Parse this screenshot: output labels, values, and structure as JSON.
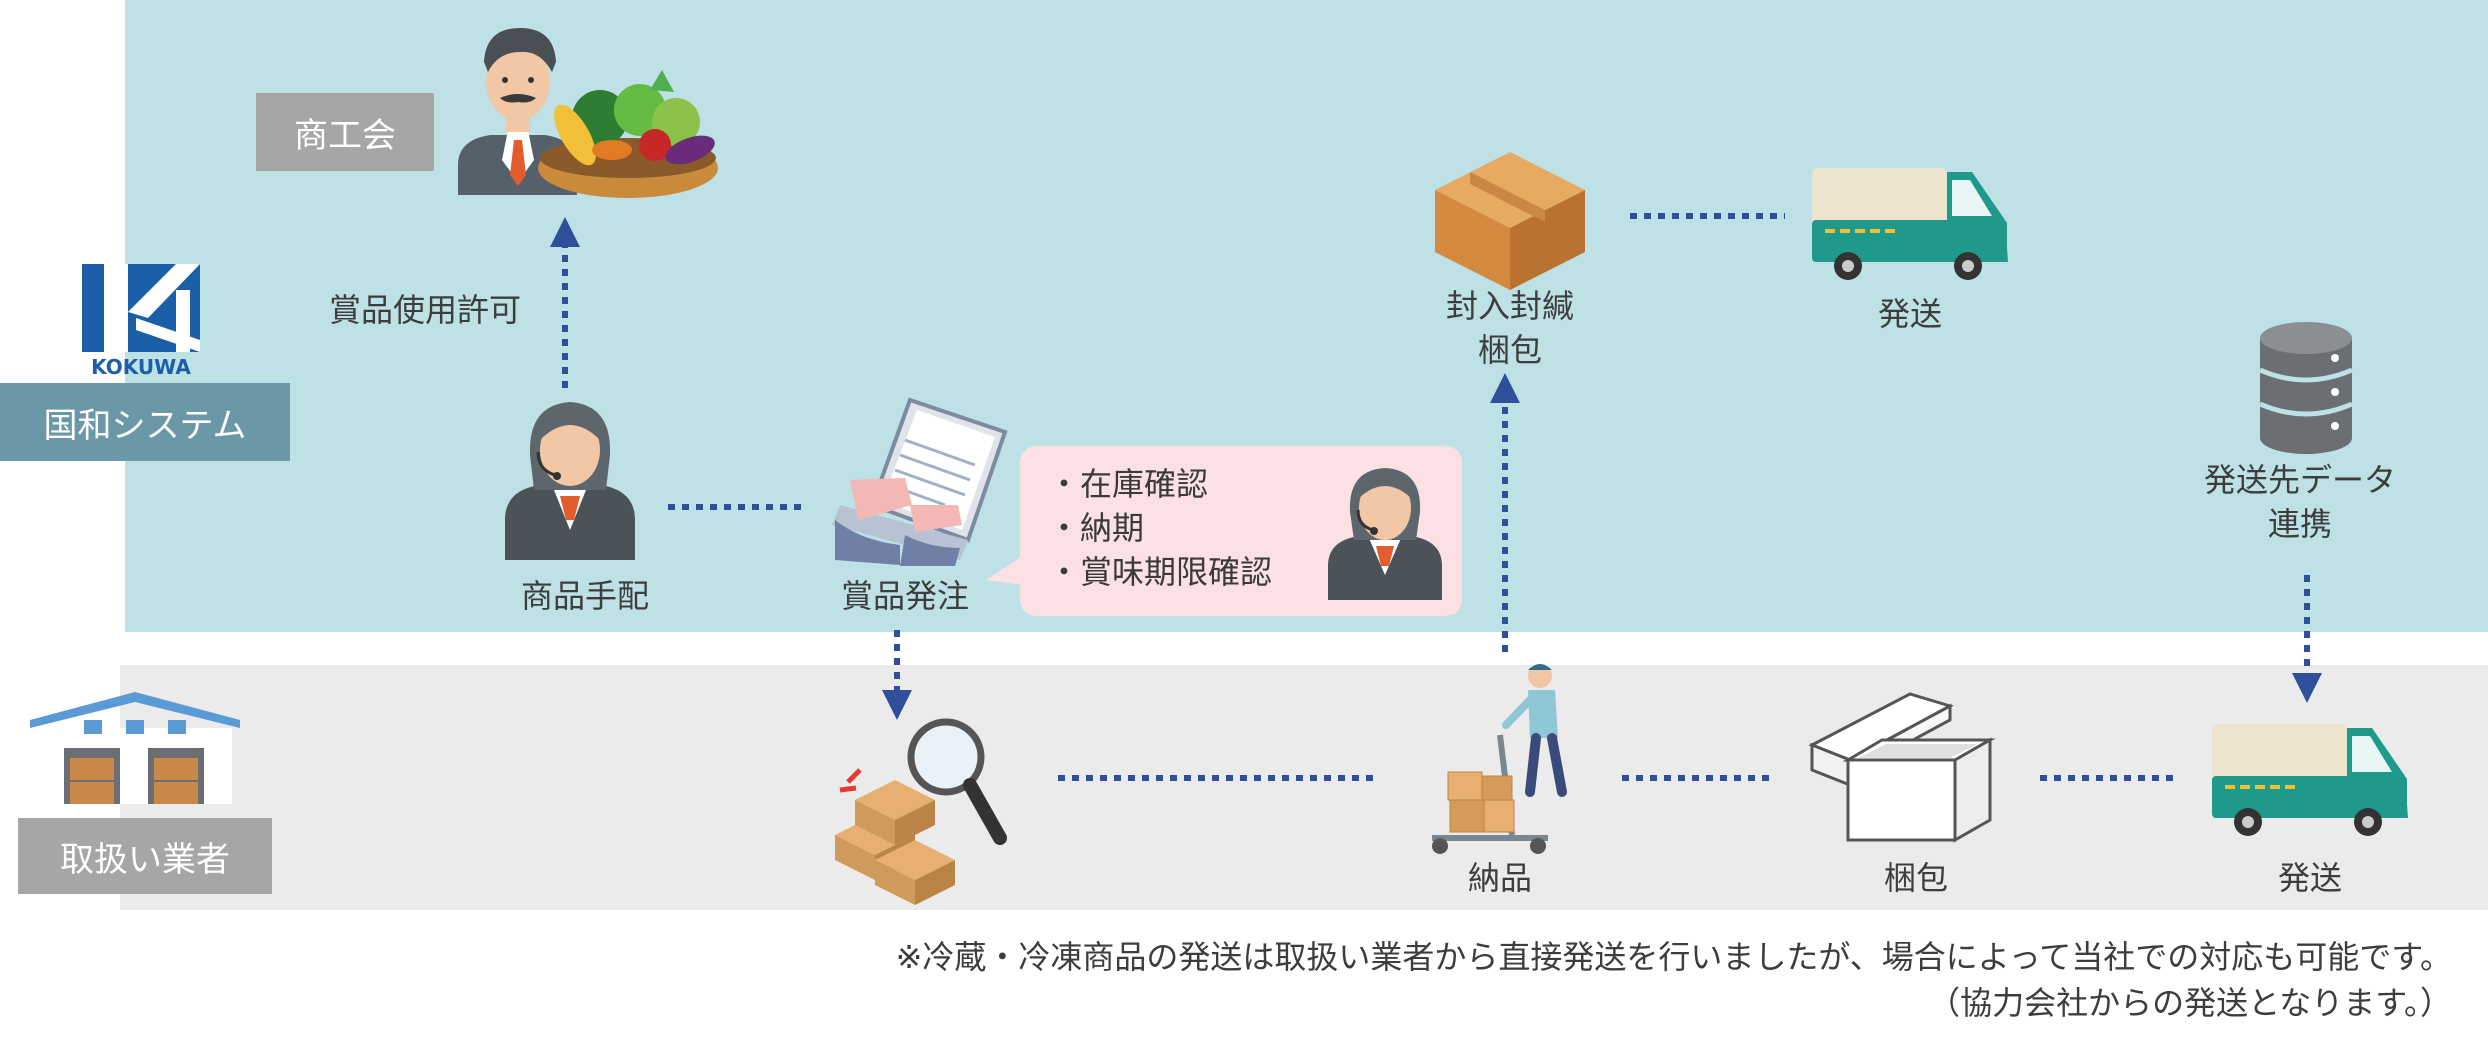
{
  "colors": {
    "top_band": "#bde1e5",
    "bottom_band": "#ebebeb",
    "tag_gray": "#a6a6a6",
    "tag_teal": "#6a98a6",
    "connector": "#2f4f9a",
    "bubble": "#fbe1e4",
    "logo": "#1b5fa8"
  },
  "tags": {
    "shokokai": "商工会",
    "kokuwa": "国和システム",
    "vendor": "取扱い業者"
  },
  "logo": {
    "text": "KOKUWA"
  },
  "labels": {
    "prize_permission": "賞品使用許可",
    "product_arrangement": "商品手配",
    "prize_order": "賞品発注",
    "sealing_packing": "封入封緘\n梱包",
    "ship_top": "発送",
    "ship_data_link": "発送先データ\n連携",
    "delivery": "納品",
    "packing_bottom": "梱包",
    "ship_bottom": "発送"
  },
  "bubble": {
    "items": [
      "・在庫確認",
      "・納期",
      "・賞味期限確認"
    ]
  },
  "icons": [
    "merchant-with-vegetables-icon",
    "operator-headset-icon",
    "laptop-typing-icon",
    "cardboard-box-icon",
    "delivery-van-icon",
    "database-icon",
    "warehouse-icon",
    "box-inspection-icon",
    "hand-truck-worker-icon",
    "cooler-box-icon"
  ],
  "footnote": {
    "line1": "※冷蔵・冷凍商品の発送は取扱い業者から直接発送を行いましたが、場合によって当社での対応も可能です。",
    "line2": "（協力会社からの発送となります。）"
  }
}
